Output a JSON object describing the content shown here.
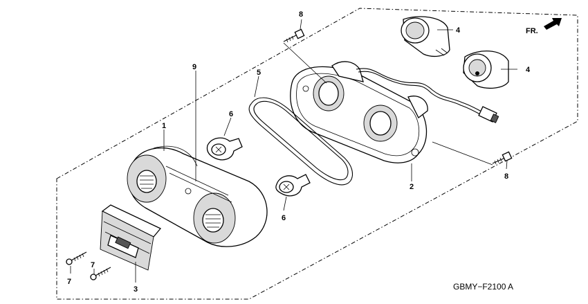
{
  "callouts": {
    "c1": "1",
    "c2": "2",
    "c3": "3",
    "c4a": "4",
    "c4b": "4",
    "c5": "5",
    "c6a": "6",
    "c6b": "6",
    "c7a": "7",
    "c7b": "7",
    "c8a": "8",
    "c8b": "8",
    "c9": "9"
  },
  "direction_label": "FR.",
  "diagram_code": "GBMY−F2100 A",
  "colors": {
    "line": "#000000",
    "background": "#ffffff",
    "shade": "#d9d9d9"
  }
}
